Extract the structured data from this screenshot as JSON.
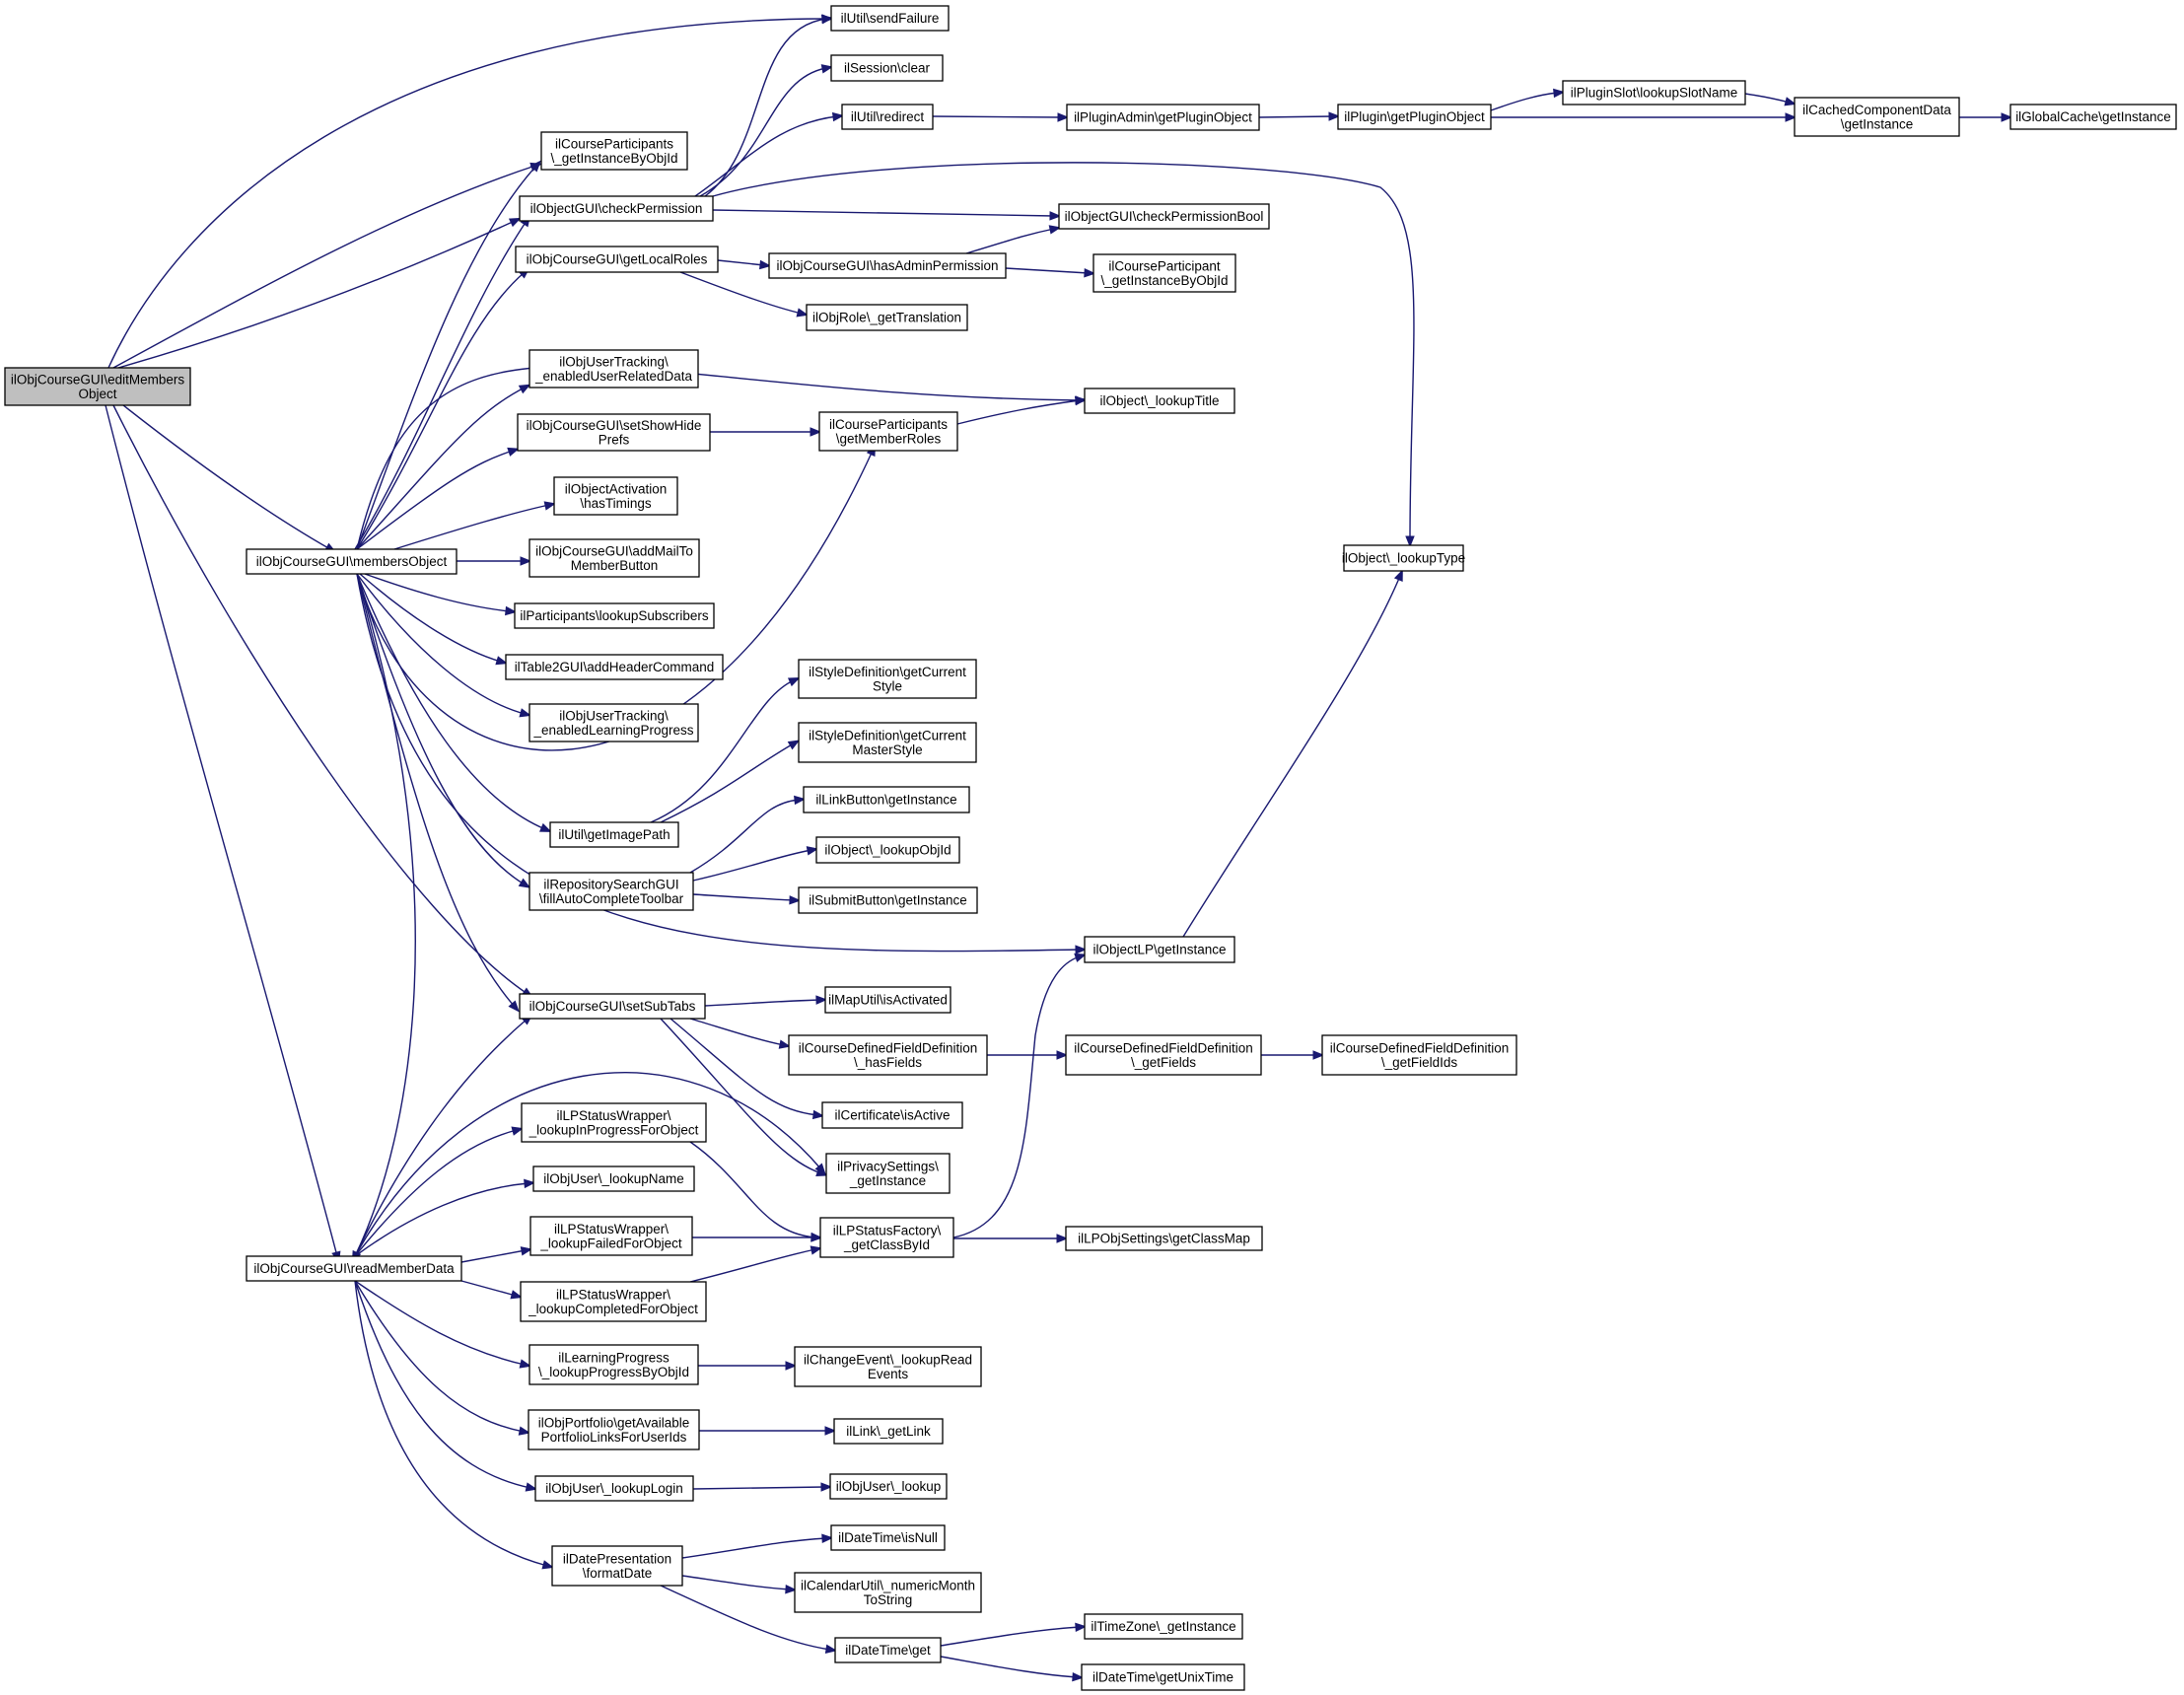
{
  "colors": {
    "edge": "#191970",
    "root_fill": "#bfbfbf",
    "node_fill": "#ffffff",
    "node_border": "#000000"
  },
  "nodes": {
    "root": [
      "ilObjCourseGUI\\editMembers",
      "Object"
    ],
    "membersObject": [
      "ilObjCourseGUI\\membersObject"
    ],
    "readMemberData": [
      "ilObjCourseGUI\\readMemberData"
    ],
    "setSubTabs": [
      "ilObjCourseGUI\\setSubTabs"
    ],
    "courseParticipantsGetInstanceByObjId": [
      "ilCourseParticipants",
      "\\_getInstanceByObjId"
    ],
    "checkPermission": [
      "ilObjectGUI\\checkPermission"
    ],
    "getLocalRoles": [
      "ilObjCourseGUI\\getLocalRoles"
    ],
    "enabledUserRelatedData": [
      "ilObjUserTracking\\",
      "_enabledUserRelatedData"
    ],
    "setShowHidePrefs": [
      "ilObjCourseGUI\\setShowHide",
      "Prefs"
    ],
    "hasTimings": [
      "ilObjectActivation",
      "\\hasTimings"
    ],
    "addMailToMemberButton": [
      "ilObjCourseGUI\\addMailTo",
      "MemberButton"
    ],
    "lookupSubscribers": [
      "ilParticipants\\lookupSubscribers"
    ],
    "addHeaderCommand": [
      "ilTable2GUI\\addHeaderCommand"
    ],
    "enabledLearningProgress": [
      "ilObjUserTracking\\",
      "_enabledLearningProgress"
    ],
    "getImagePath": [
      "ilUtil\\getImagePath"
    ],
    "fillAutoCompleteToolbar": [
      "ilRepositorySearchGUI",
      "\\fillAutoCompleteToolbar"
    ],
    "sendFailure": [
      "ilUtil\\sendFailure"
    ],
    "sessionClear": [
      "ilSession\\clear"
    ],
    "redirect": [
      "ilUtil\\redirect"
    ],
    "getPluginObjectAdmin": [
      "ilPluginAdmin\\getPluginObject"
    ],
    "getPluginObject": [
      "ilPlugin\\getPluginObject"
    ],
    "lookupSlotName": [
      "ilPluginSlot\\lookupSlotName"
    ],
    "cachedComponentData": [
      "ilCachedComponentData",
      "\\getInstance"
    ],
    "globalCache": [
      "ilGlobalCache\\getInstance"
    ],
    "checkPermissionBool": [
      "ilObjectGUI\\checkPermissionBool"
    ],
    "hasAdminPermission": [
      "ilObjCourseGUI\\hasAdminPermission"
    ],
    "courseParticipantGetInstance": [
      "ilCourseParticipant",
      "\\_getInstanceByObjId"
    ],
    "getTranslation": [
      "ilObjRole\\_getTranslation"
    ],
    "lookupTitle": [
      "ilObject\\_lookupTitle"
    ],
    "getMemberRoles": [
      "ilCourseParticipants",
      "\\getMemberRoles"
    ],
    "lookupType": [
      "ilObject\\_lookupType"
    ],
    "getCurrentStyle": [
      "ilStyleDefinition\\getCurrent",
      "Style"
    ],
    "getCurrentMasterStyle": [
      "ilStyleDefinition\\getCurrent",
      "MasterStyle"
    ],
    "linkButton": [
      "ilLinkButton\\getInstance"
    ],
    "lookupObjId": [
      "ilObject\\_lookupObjId"
    ],
    "submitButton": [
      "ilSubmitButton\\getInstance"
    ],
    "objectLP": [
      "ilObjectLP\\getInstance"
    ],
    "mapUtil": [
      "ilMapUtil\\isActivated"
    ],
    "hasFields": [
      "ilCourseDefinedFieldDefinition",
      "\\_hasFields"
    ],
    "getFields": [
      "ilCourseDefinedFieldDefinition",
      "\\_getFields"
    ],
    "getFieldIds": [
      "ilCourseDefinedFieldDefinition",
      "\\_getFieldIds"
    ],
    "certificate": [
      "ilCertificate\\isActive"
    ],
    "privacySettings": [
      "ilPrivacySettings\\",
      "_getInstance"
    ],
    "lookupInProgress": [
      "ilLPStatusWrapper\\",
      "_lookupInProgressForObject"
    ],
    "lookupName": [
      "ilObjUser\\_lookupName"
    ],
    "lookupFailed": [
      "ilLPStatusWrapper\\",
      "_lookupFailedForObject"
    ],
    "lookupCompleted": [
      "ilLPStatusWrapper\\",
      "_lookupCompletedForObject"
    ],
    "lpStatusFactory": [
      "ilLPStatusFactory\\",
      "_getClassById"
    ],
    "lpObjSettings": [
      "ilLPObjSettings\\getClassMap"
    ],
    "learningProgress": [
      "ilLearningProgress",
      "\\_lookupProgressByObjId"
    ],
    "changeEvent": [
      "ilChangeEvent\\_lookupRead",
      "Events"
    ],
    "objPortfolio": [
      "ilObjPortfolio\\getAvailable",
      "PortfolioLinksForUserIds"
    ],
    "getLink": [
      "ilLink\\_getLink"
    ],
    "lookupLogin": [
      "ilObjUser\\_lookupLogin"
    ],
    "objUserLookup": [
      "ilObjUser\\_lookup"
    ],
    "formatDate": [
      "ilDatePresentation",
      "\\formatDate"
    ],
    "dateIsNull": [
      "ilDateTime\\isNull"
    ],
    "numericMonth": [
      "ilCalendarUtil\\_numericMonth",
      "ToString"
    ],
    "dateGet": [
      "ilDateTime\\get"
    ],
    "timeZone": [
      "ilTimeZone\\_getInstance"
    ],
    "unixTime": [
      "ilDateTime\\getUnixTime"
    ]
  }
}
